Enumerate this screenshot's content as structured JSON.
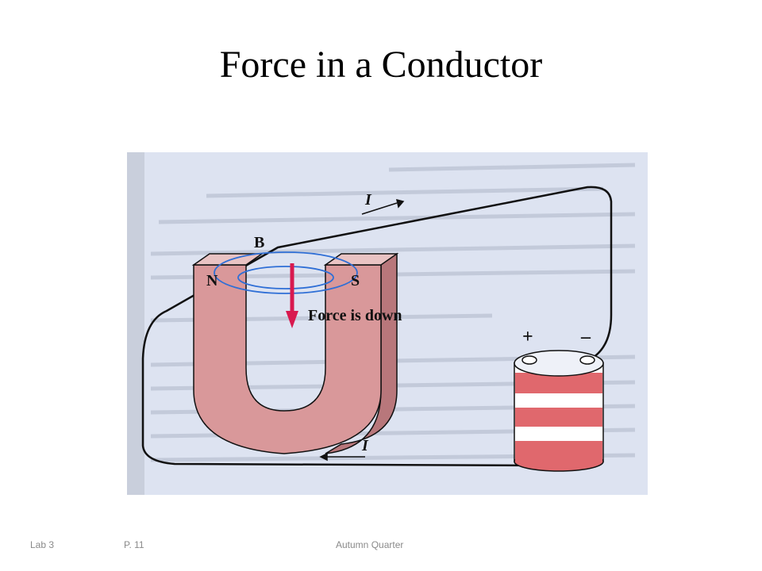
{
  "slide": {
    "title": "Force in a Conductor"
  },
  "figure": {
    "label_current_top": "I",
    "label_current_bottom": "I",
    "label_field": "B",
    "label_north": "N",
    "label_south": "S",
    "label_force": "Force is down",
    "label_plus": "+",
    "label_minus": "–",
    "colors": {
      "paper": "#dde3f1",
      "magnet": "#d9989a",
      "magnet_dark": "#b8777b",
      "field_lines": "#2f6fd6",
      "force_arrow": "#d8194f",
      "battery_stripe": "#e0686d",
      "wire": "#111111"
    }
  },
  "footer": {
    "lab": "Lab 3",
    "page": "P. 11",
    "quarter": "Autumn Quarter"
  }
}
